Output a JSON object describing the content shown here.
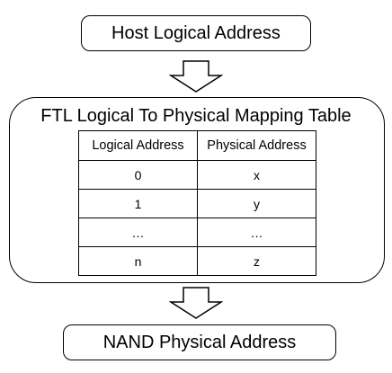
{
  "host": {
    "label": "Host Logical Address"
  },
  "ftl": {
    "title": "FTL Logical To Physical Mapping Table",
    "table": {
      "headers": [
        "Logical Address",
        "Physical Address"
      ],
      "rows": [
        [
          "0",
          "x"
        ],
        [
          "1",
          "y"
        ],
        [
          "…",
          "…"
        ],
        [
          "n",
          "z"
        ]
      ]
    }
  },
  "nand": {
    "label": "NAND Physical Address"
  },
  "arrows": {
    "icon": "down-arrow-icon",
    "color": "#000000"
  }
}
